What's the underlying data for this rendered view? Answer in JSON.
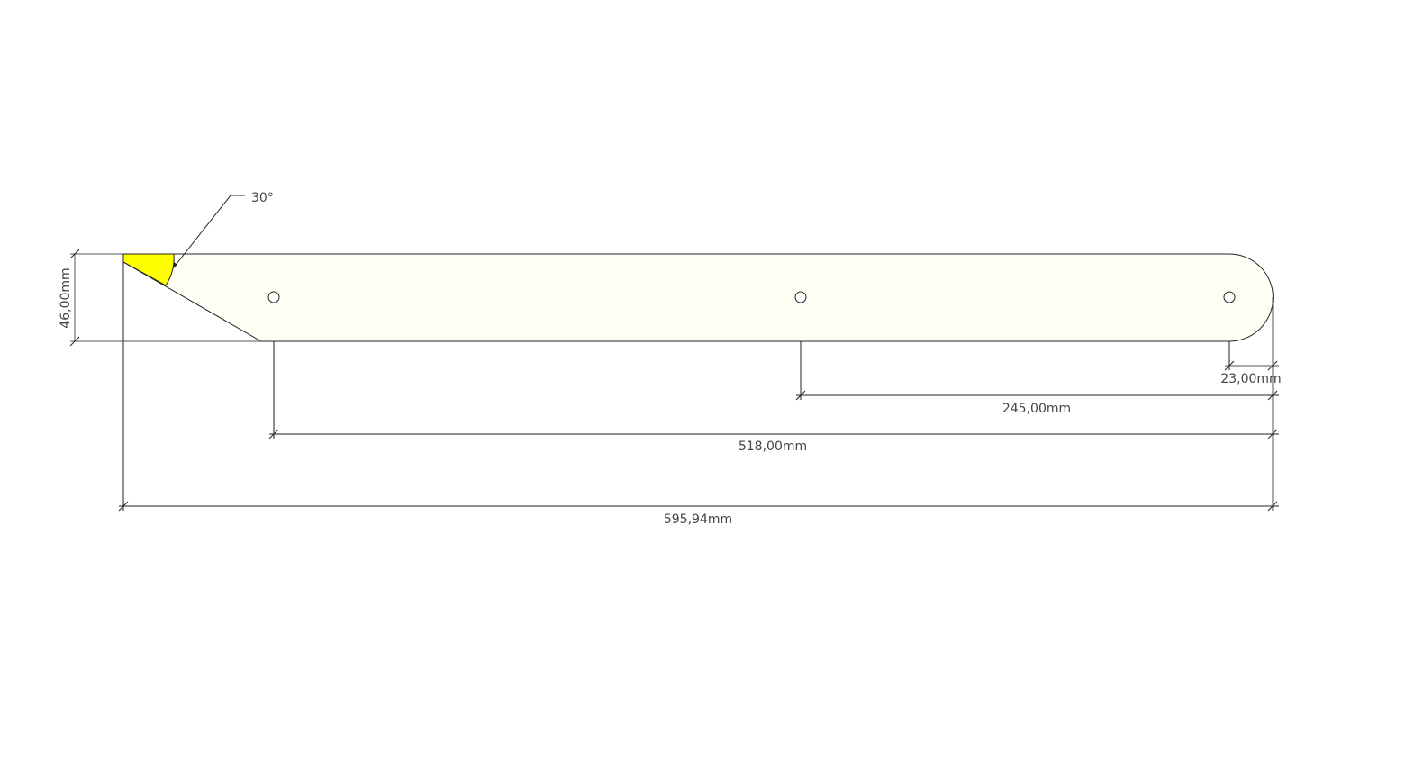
{
  "drawing": {
    "angle_label": "30°",
    "dimensions": {
      "height": "46,00mm",
      "end_radius_offset": "23,00mm",
      "hole_spacing_right": "245,00mm",
      "hole_spacing_left": "518,00mm",
      "overall_length": "595,94mm"
    },
    "colors": {
      "part_fill": "#fffef5",
      "angle_fill": "#ffff00",
      "line": "#222222"
    }
  }
}
